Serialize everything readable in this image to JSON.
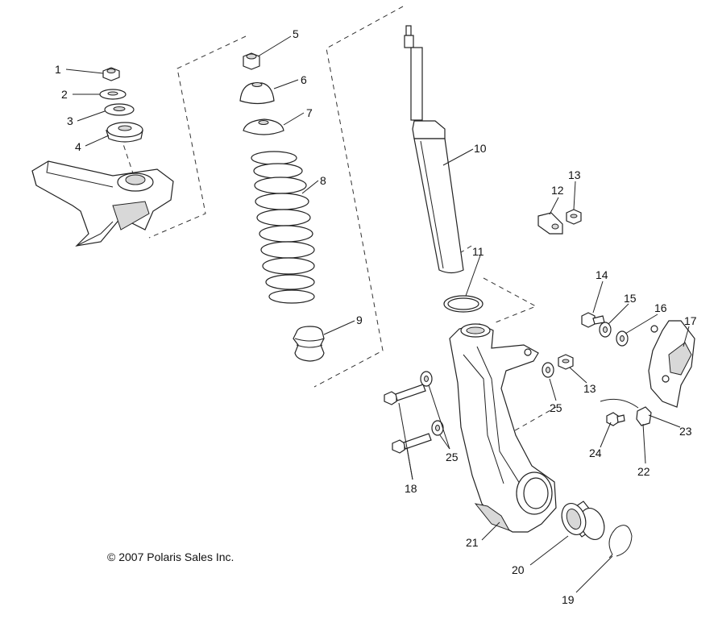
{
  "copyright": "© 2007 Polaris Sales Inc.",
  "callouts": {
    "c1": "1",
    "c2": "2",
    "c3": "3",
    "c4": "4",
    "c5": "5",
    "c6": "6",
    "c7": "7",
    "c8": "8",
    "c9": "9",
    "c10": "10",
    "c11": "11",
    "c12": "12",
    "c13a": "13",
    "c13b": "13",
    "c14": "14",
    "c15": "15",
    "c16": "16",
    "c17": "17",
    "c18": "18",
    "c19": "19",
    "c20": "20",
    "c21": "21",
    "c22": "22",
    "c23": "23",
    "c24": "24",
    "c25a": "25",
    "c25b": "25"
  }
}
